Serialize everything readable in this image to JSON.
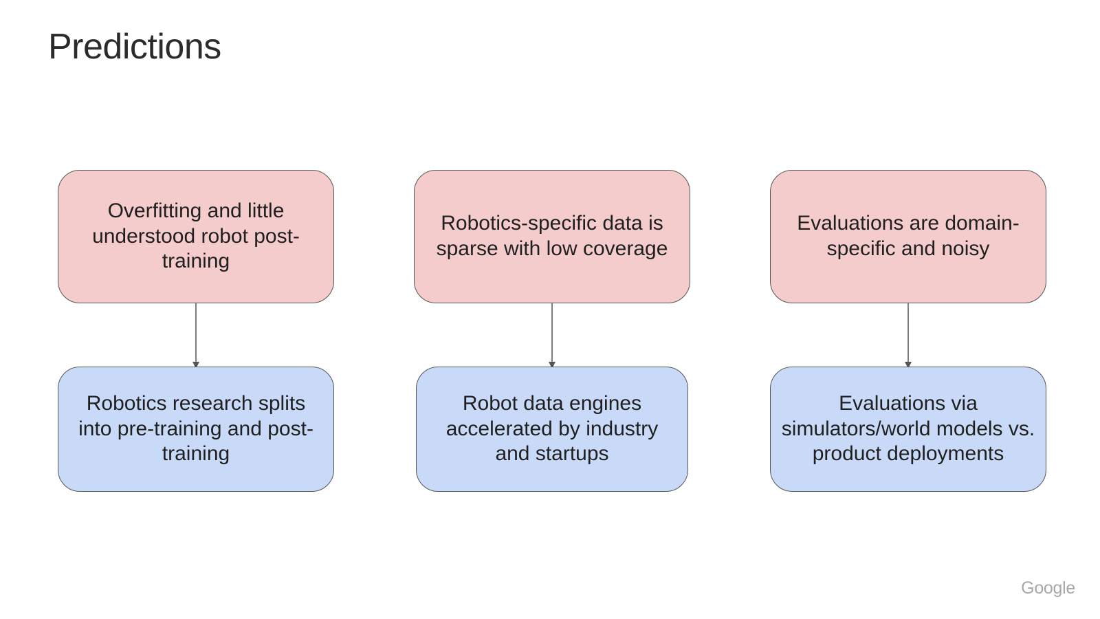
{
  "slide": {
    "title": "Predictions",
    "logo_text": "Google"
  },
  "colors": {
    "problem_fill": "#f4cccc",
    "prediction_fill": "#c9daf8",
    "border": "#555555",
    "connector": "#555555"
  },
  "columns": [
    {
      "problem": "Overfitting and little understood robot post-training",
      "prediction": "Robotics research splits into pre-training and post-training"
    },
    {
      "problem": "Robotics-specific data is sparse with low coverage",
      "prediction": "Robot data engines accelerated by industry and startups"
    },
    {
      "problem": "Evaluations are domain-specific and noisy",
      "prediction": "Evaluations via simulators/world models vs. product deployments"
    }
  ]
}
